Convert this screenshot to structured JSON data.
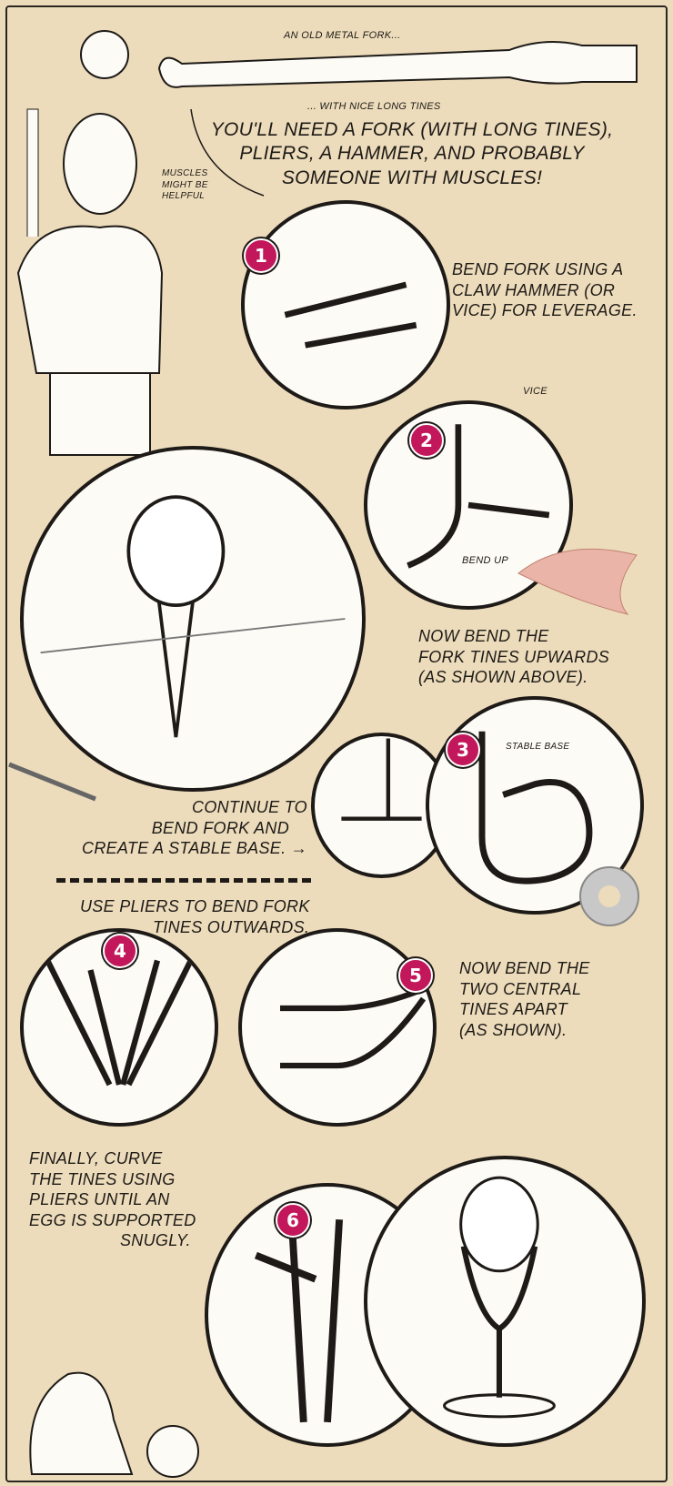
{
  "header": {
    "fork_caption": "AN OLD METAL FORK...",
    "tines_caption": "... WITH NICE LONG TINES",
    "intro_lines": [
      "YOU'LL NEED A FORK (WITH LONG TINES),",
      "PLIERS, A HAMMER, AND PROBABLY",
      "SOMEONE WITH MUSCLES!"
    ],
    "muscles_note": [
      "MUSCLES",
      "MIGHT BE",
      "HELPFUL"
    ]
  },
  "steps": [
    {
      "number": "1",
      "lines": [
        "BEND FORK USING A",
        "CLAW HAMMER (OR",
        "VICE) FOR LEVERAGE."
      ],
      "label": "VICE"
    },
    {
      "number": "2",
      "label": "BEND UP",
      "lines": [
        "NOW BEND THE",
        "FORK TINES UPWARDS",
        "(AS SHOWN ABOVE)."
      ]
    },
    {
      "number": "3",
      "label": "STABLE BASE",
      "lines": [
        "CONTINUE TO",
        "BEND FORK AND",
        "CREATE A STABLE BASE. →"
      ]
    },
    {
      "number": "4",
      "lines": [
        "USE PLIERS TO BEND FORK",
        "TINES OUTWARDS."
      ]
    },
    {
      "number": "5",
      "lines": [
        "NOW BEND THE",
        "TWO CENTRAL",
        "TINES APART",
        "(AS SHOWN)."
      ]
    },
    {
      "number": "6",
      "lines": [
        "FINALLY, CURVE",
        "THE TINES USING",
        "PLIERS UNTIL AN",
        "EGG IS SUPPORTED",
        "SNUGLY."
      ]
    }
  ],
  "colors": {
    "background": "#eddcbb",
    "badge": "#c2185b",
    "ink": "#1d1a17",
    "panel": "#fdfbf6"
  }
}
